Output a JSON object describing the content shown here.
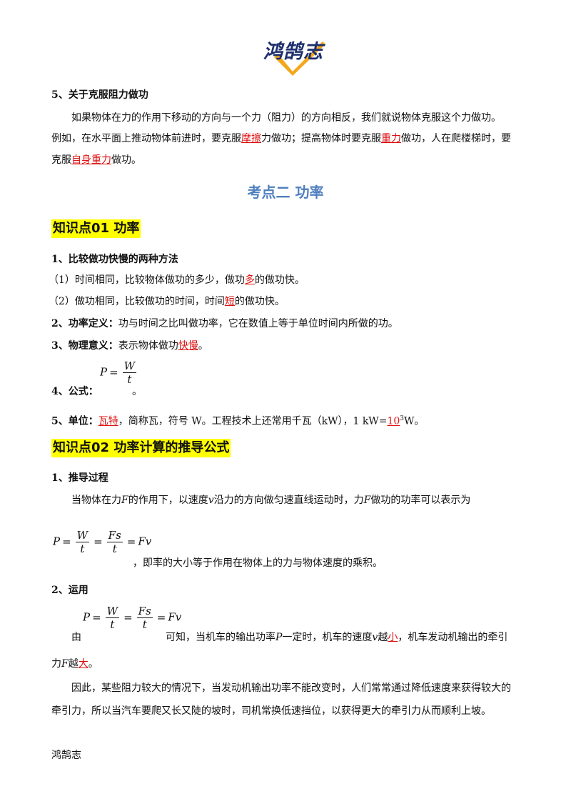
{
  "logo": {
    "text": "鸿鹄志"
  },
  "s5": {
    "heading": "5、关于克服阻力做功",
    "p1": "如果物体在力的作用下移动的方向与一个力（阻力）的方向相反，我们就说物体克服这个力做功。",
    "p2a": "例如，在水平面上推动物体前进时，要克服",
    "p2_hl1": "摩擦",
    "p2b": "力做功；提高物体时要克服",
    "p2_hl2": "重力",
    "p2c": "做功，人在爬楼梯时，要",
    "p3a": "克服",
    "p3_hl": "自身重力",
    "p3b": "做功。"
  },
  "kaodian2": "考点二  功率",
  "k01": {
    "title": "知识点01  功率",
    "h1": "1、比较做功快慢的两种方法",
    "m1a": "（1）时间相同，比较物体做功的多少，做功",
    "m1_hl": "多",
    "m1b": "的做功快。",
    "m2a": "（2）做功相同，比较做功的时间，时间",
    "m2_hl": "短",
    "m2b": "的做功快。",
    "def_label": "2、功率定义：",
    "def_text": "功与时间之比叫做功率，它在数值上等于单位时间内所做的功。",
    "mean_label": "3、物理意义：",
    "mean_a": "表示物体做功",
    "mean_hl": "快慢",
    "mean_b": "。",
    "formula_label": "4、公式：",
    "formula_end": "。",
    "f_P": "P",
    "f_W": "W",
    "f_t": "t",
    "unit_label": "5、单位：",
    "unit_hl": "瓦特",
    "unit_a": "，简称瓦，符号 W。工程技术上还常用千瓦（kW），1 kW=",
    "unit_hl2": "10",
    "unit_sup": "3",
    "unit_b": "W。"
  },
  "k02": {
    "title": "知识点02  功率计算的推导公式",
    "h1": "1、推导过程",
    "p1a": "当物体在力",
    "p1_F": "F",
    "p1b": "的作用下，以速度",
    "p1_v": "v",
    "p1c": "沿力的方向做匀速直线运动时，力",
    "p1_F2": "F",
    "p1d": "做功的功率可以表示为",
    "f_Fs": "Fs",
    "f_Fv": "Fv",
    "p2": "，即率的大小等于作用在物体上的力与物体速度的乘积。",
    "h2": "2、运用",
    "u_by": "由",
    "u_a": "可知，当机车的输出功率",
    "u_P": "P",
    "u_b": "一定时，机车的速度",
    "u_v": "v",
    "u_c": "越",
    "u_hl1": "小",
    "u_d": "，机车发动机输出的牵引",
    "u2a": "力",
    "u2_F": "F",
    "u2b": "越",
    "u2_hl": "大",
    "u2c": "。",
    "p3": "因此，某些阻力较大的情况下，当发动机输出功率不能改变时，人们常常通过降低速度来获得较大的",
    "p4": "牵引力，所以当汽车要爬又长又陡的坡时，司机常换低速挡位，以获得更大的牵引力从而顺利上坡。"
  },
  "footer": "鸿鹄志",
  "colors": {
    "highlight_red": "#dd1111",
    "title_blue": "#4f7fbf",
    "section_yellow": "#ffff00",
    "logo_navy": "#1d2f6e",
    "logo_orange": "#f3a81c"
  }
}
